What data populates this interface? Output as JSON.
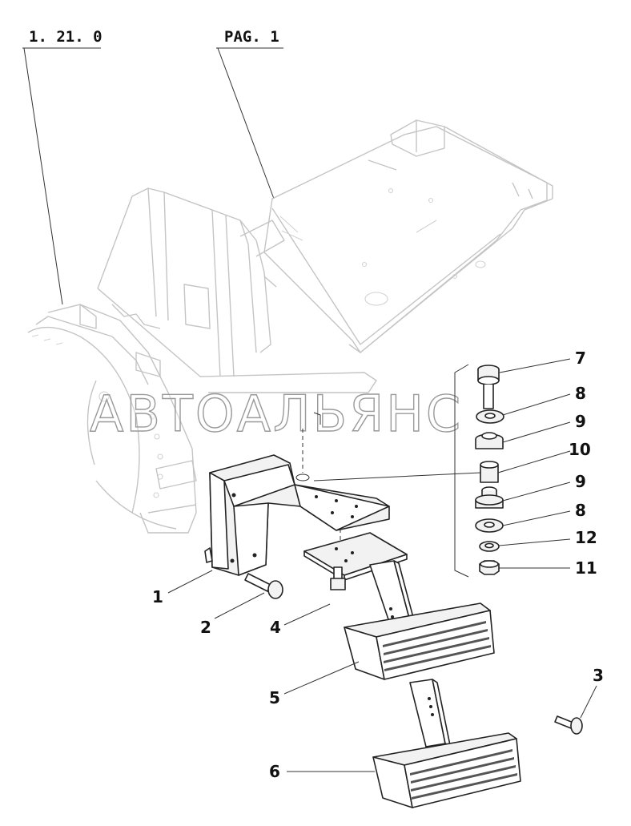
{
  "references": {
    "ref_a": "1. 21. 0",
    "ref_b": "PAG. 1"
  },
  "watermark": "АВТОАЛЬЯНС",
  "callouts": {
    "c7": "7",
    "c8a": "8",
    "c9a": "9",
    "c10": "10",
    "c9b": "9",
    "c8b": "8",
    "c12": "12",
    "c11": "11",
    "c1": "1",
    "c2": "2",
    "c4": "4",
    "c5": "5",
    "c3": "3",
    "c6": "6"
  }
}
